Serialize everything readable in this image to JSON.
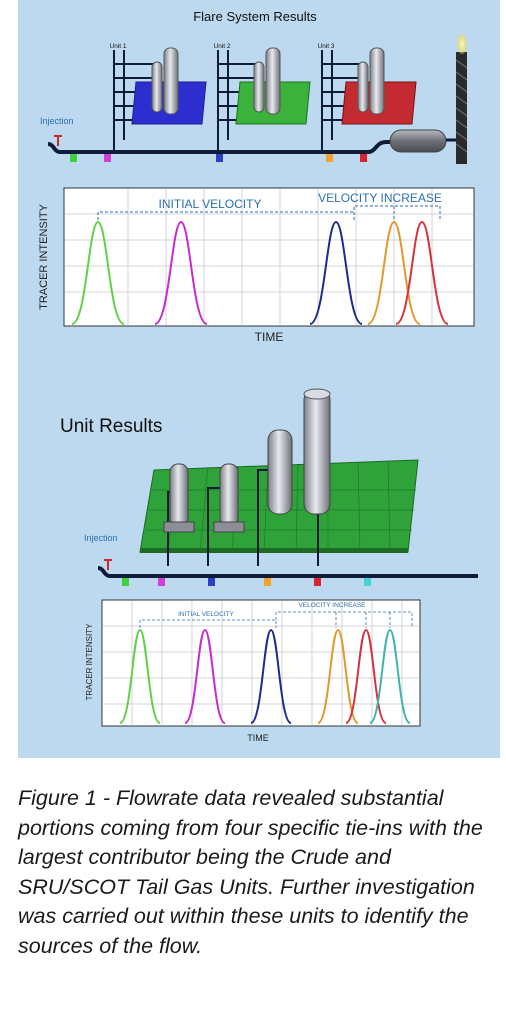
{
  "top": {
    "title": "Flare System Results",
    "unit_labels": [
      "Unit 1",
      "Unit 2",
      "Unit 3"
    ],
    "injection_label": "Injection",
    "chart": {
      "ylabel": "TRACER INTENSITY",
      "xlabel": "TIME",
      "annotation_initial": "INITIAL VELOCITY",
      "annotation_increase": "VELOCITY INCREASE",
      "peak_colors": [
        "#5fd147",
        "#c52bd0",
        "#1f2a8f",
        "#e09a2c",
        "#d6313d"
      ]
    },
    "injection_marker_colors": [
      "#3ed13e",
      "#d33fd6",
      "#2b3fc8",
      "#f3a32a",
      "#e0202a"
    ]
  },
  "bottom": {
    "title": "Unit Results",
    "injection_label": "Injection",
    "chart": {
      "ylabel": "TRACER INTENSITY",
      "xlabel": "TIME",
      "annotation_initial": "INITIAL VELOCITY",
      "annotation_increase": "VELOCITY INCREASE",
      "peak_colors": [
        "#5fd147",
        "#c52bd0",
        "#1f2a8f",
        "#e09a2c",
        "#d6313d",
        "#3fb3a8"
      ]
    },
    "injection_marker_colors": [
      "#3ed13e",
      "#d33fd6",
      "#2b3fc8",
      "#f3a32a",
      "#e0202a",
      "#3fd6d6"
    ]
  },
  "caption": "Figure 1 - Flowrate data revealed substantial portions coming from four specific tie-ins with the largest contributor being the Crude and SRU/SCOT Tail Gas Units. Further investigation was carried out within these units to identify the sources of the flow."
}
